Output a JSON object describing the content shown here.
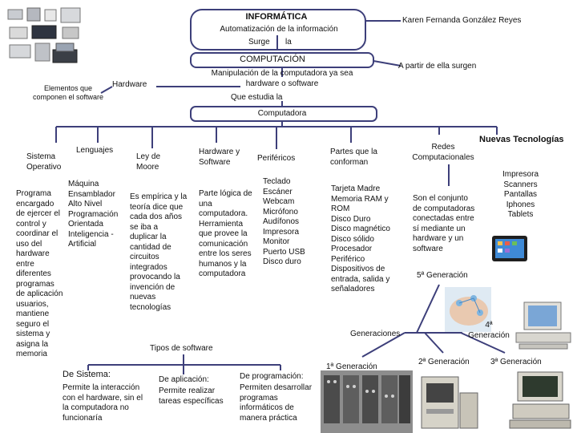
{
  "top": {
    "title": "INFORMÁTICA",
    "subtitle": "Automatización de la información",
    "surge": "Surge",
    "la": "la",
    "computacion": "COMPUTACIÓN",
    "author": "Karen Fernanda González Reyes",
    "a_partir": "A partir de ella surgen"
  },
  "middle": {
    "manipulacion": "Manipulación de la computadora ya sea\nhardware o software",
    "que_estudia": "Que   estudia   la",
    "computadora": "Computadora",
    "hardware_label": "Hardware",
    "elementos": "Elementos que\ncomponen el software"
  },
  "software": {
    "sistema_operativo": "Sistema\nOperativo",
    "sistema_operativo_desc": "Programa\nencargado\nde ejercer el\ncontrol y\ncoordinar el\nuso del\nhardware\nentre\ndiferentes\nprogramas\nde aplicación\nusuarios,\nmantiene\nseguro el\nsistema y\nasigna la\nmemoria",
    "lenguajes": "Lenguajes",
    "lenguajes_list": "Máquina\nEnsamblador\nAlto Nivel\nProgramación\nOrientada\nInteligencia -\nArtificial",
    "ley_moore": "Ley de\nMoore",
    "ley_moore_desc": "Es empírica y la\nteoría dice que\ncada dos años\nse iba a\nduplicar la\ncantidad de\ncircuitos\nintegrados\nprovocando la\ninvención de\nnuevas\ntecnologías",
    "hardware_software": "Hardware y\nSoftware",
    "hardware_software_desc": "Parte lógica de\nuna\ncomputadora.\nHerramienta\nque provee la\ncomunicación\nentre los seres\nhumanos y la\ncomputadora",
    "perifericos": "Periféricos",
    "perifericos_list": "Teclado\nEscáner\nWebcam\nMicrófono\nAudífonos\nImpresora\nMonitor\nPuerto USB\nDisco duro"
  },
  "tipos": {
    "title": "Tipos de software",
    "sistema_label": "De Sistema:",
    "sistema_desc": "Permite la interacción\ncon el hardware, sin el\nla computadora no\nfuncionaría",
    "aplicacion_label": "De aplicación:",
    "aplicacion_desc": "Permite realizar\ntareas específicas",
    "programacion_label": "De programación:",
    "programacion_desc": "Permiten desarrollar\nprogramas\ninformáticos de\nmanera práctica"
  },
  "partes": {
    "title": "Partes que la\nconforman",
    "list": "Tarjeta Madre\nMemoria RAM y\nROM\nDisco Duro\nDisco magnético\nDisco sólido\nProcesador\nPeriférico\nDispositivos de\nentrada, salida y\nseñaladores"
  },
  "redes": {
    "title": "Redes\nComputacionales",
    "desc": "Son el conjunto\nde computadoras\nconectadas entre\nsí mediante un\nhardware y un\nsoftware"
  },
  "nuevas": {
    "title": "Nuevas Tecnologías",
    "list": "Impresora\nScanners\nPantallas\nIphones\nTablets"
  },
  "generaciones": {
    "title": "Generaciones",
    "g1": "1ª Generación",
    "g2": "2ª Generación",
    "g3": "3ª Generación",
    "g4": "4ª\nGeneración",
    "g5": "5ª Generación"
  },
  "colors": {
    "line": "#3d3f7a",
    "box_border": "#2f3478"
  }
}
